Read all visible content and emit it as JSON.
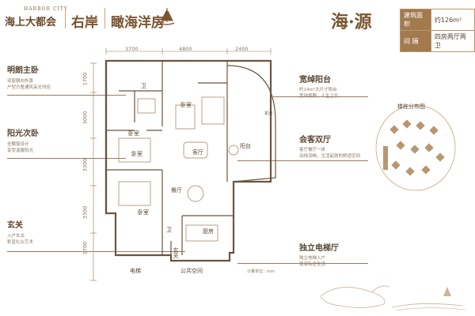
{
  "header": {
    "brand_en": "HARBOR CITY",
    "brand_cn": "海上大都会",
    "side": "右岸",
    "title": "瞰海洋房",
    "plan_name": "海·源",
    "spec": [
      {
        "key": "建筑面积",
        "value": "约126m²"
      },
      {
        "key": "间    隔",
        "value": "四房两厅两卫"
      }
    ]
  },
  "features": [
    {
      "title": "明朗主卧",
      "desc": "双窗朝向外景\n户型方整通风采光均佳"
    },
    {
      "title": "阳光次卧",
      "desc": "全飘窗设计\n享受温暖阳光"
    },
    {
      "title": "玄关",
      "desc": "入户玄关\n彰显礼仪艺术"
    },
    {
      "title": "宽绰阳台",
      "desc": "约14m²大尺寸阳台\n宽阔视野，人生之乐。"
    },
    {
      "title": "会客双厅",
      "desc": "客厅餐厅一体\n动线流畅，生活起居的舒适空间"
    },
    {
      "title": "独立电梯厅",
      "desc": "独立电梯入户\n尊享私密生活"
    }
  ],
  "plan": {
    "dims_top": [
      "3700",
      "4800",
      "2400"
    ],
    "dims_left": [
      "1700",
      "3000",
      "3300",
      "3300",
      "1700"
    ],
    "rooms": {
      "toilet1": "卫",
      "master": "卧室",
      "bedroom_tl": "卧室",
      "bedroom_l": "卧室",
      "living": "客厅",
      "balcony": "阳台",
      "bedroom_bl": "卧室",
      "dining": "餐厅",
      "toilet2": "卫",
      "kitchen": "厨房",
      "entry": "玄关",
      "elevator": "电梯",
      "public": "公共空间",
      "flower": "花池"
    },
    "unit_note": "计量单位：mm"
  },
  "map": {
    "title": "楼栋分布图"
  },
  "colors": {
    "accent": "#a27a4d",
    "text": "#5a4632",
    "line": "#9a7a58"
  }
}
